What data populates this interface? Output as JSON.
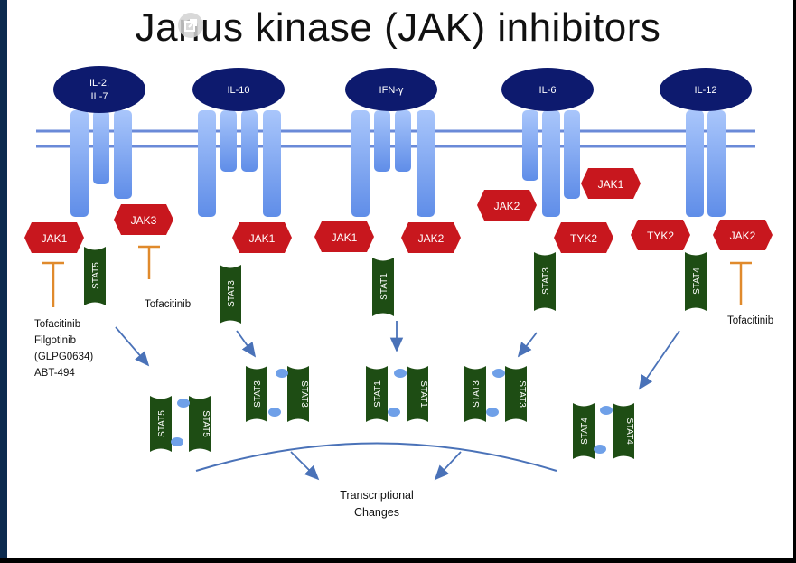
{
  "title": "Janus kinase (JAK) inhibitors",
  "receptors": [
    {
      "ligand_line1": "IL-2,",
      "ligand_line2": "IL-7"
    },
    {
      "ligand": "IL-10"
    },
    {
      "ligand": "IFN-γ"
    },
    {
      "ligand": "IL-6"
    },
    {
      "ligand": "IL-12"
    }
  ],
  "kinases": {
    "r1_left": "JAK1",
    "r1_right": "JAK3",
    "r2": "JAK1",
    "r3_left": "JAK1",
    "r3_right": "JAK2",
    "r4_left": "JAK2",
    "r4_top": "JAK1",
    "r4_right": "TYK2",
    "r5_left": "TYK2",
    "r5_right": "JAK2"
  },
  "stats": {
    "s1": "STAT5",
    "s2": "STAT3",
    "s3": "STAT1",
    "s4": "STAT3",
    "s5": "STAT4"
  },
  "dimers": [
    {
      "a": "STAT5",
      "b": "STAT5"
    },
    {
      "a": "STAT3",
      "b": "STAT3"
    },
    {
      "a": "STAT1",
      "b": "STAT1"
    },
    {
      "a": "STAT3",
      "b": "STAT3"
    },
    {
      "a": "STAT4",
      "b": "STAT4"
    }
  ],
  "inhibitors": {
    "left_list": [
      "Tofacitinib",
      "Filgotinib",
      "(GLPG0634)",
      "ABT-494"
    ],
    "middle": "Tofacitinib",
    "right": "Tofacitinib"
  },
  "outcome_line1": "Transcriptional",
  "outcome_line2": "Changes",
  "colors": {
    "ligand": "#0d1a6e",
    "receptor": "#7ea7f2",
    "kinase": "#c8171e",
    "stat": "#1e4d14",
    "inhibitor": "#e08a2c",
    "arrow": "#4a72b8",
    "phospho": "#6fa0e8"
  }
}
